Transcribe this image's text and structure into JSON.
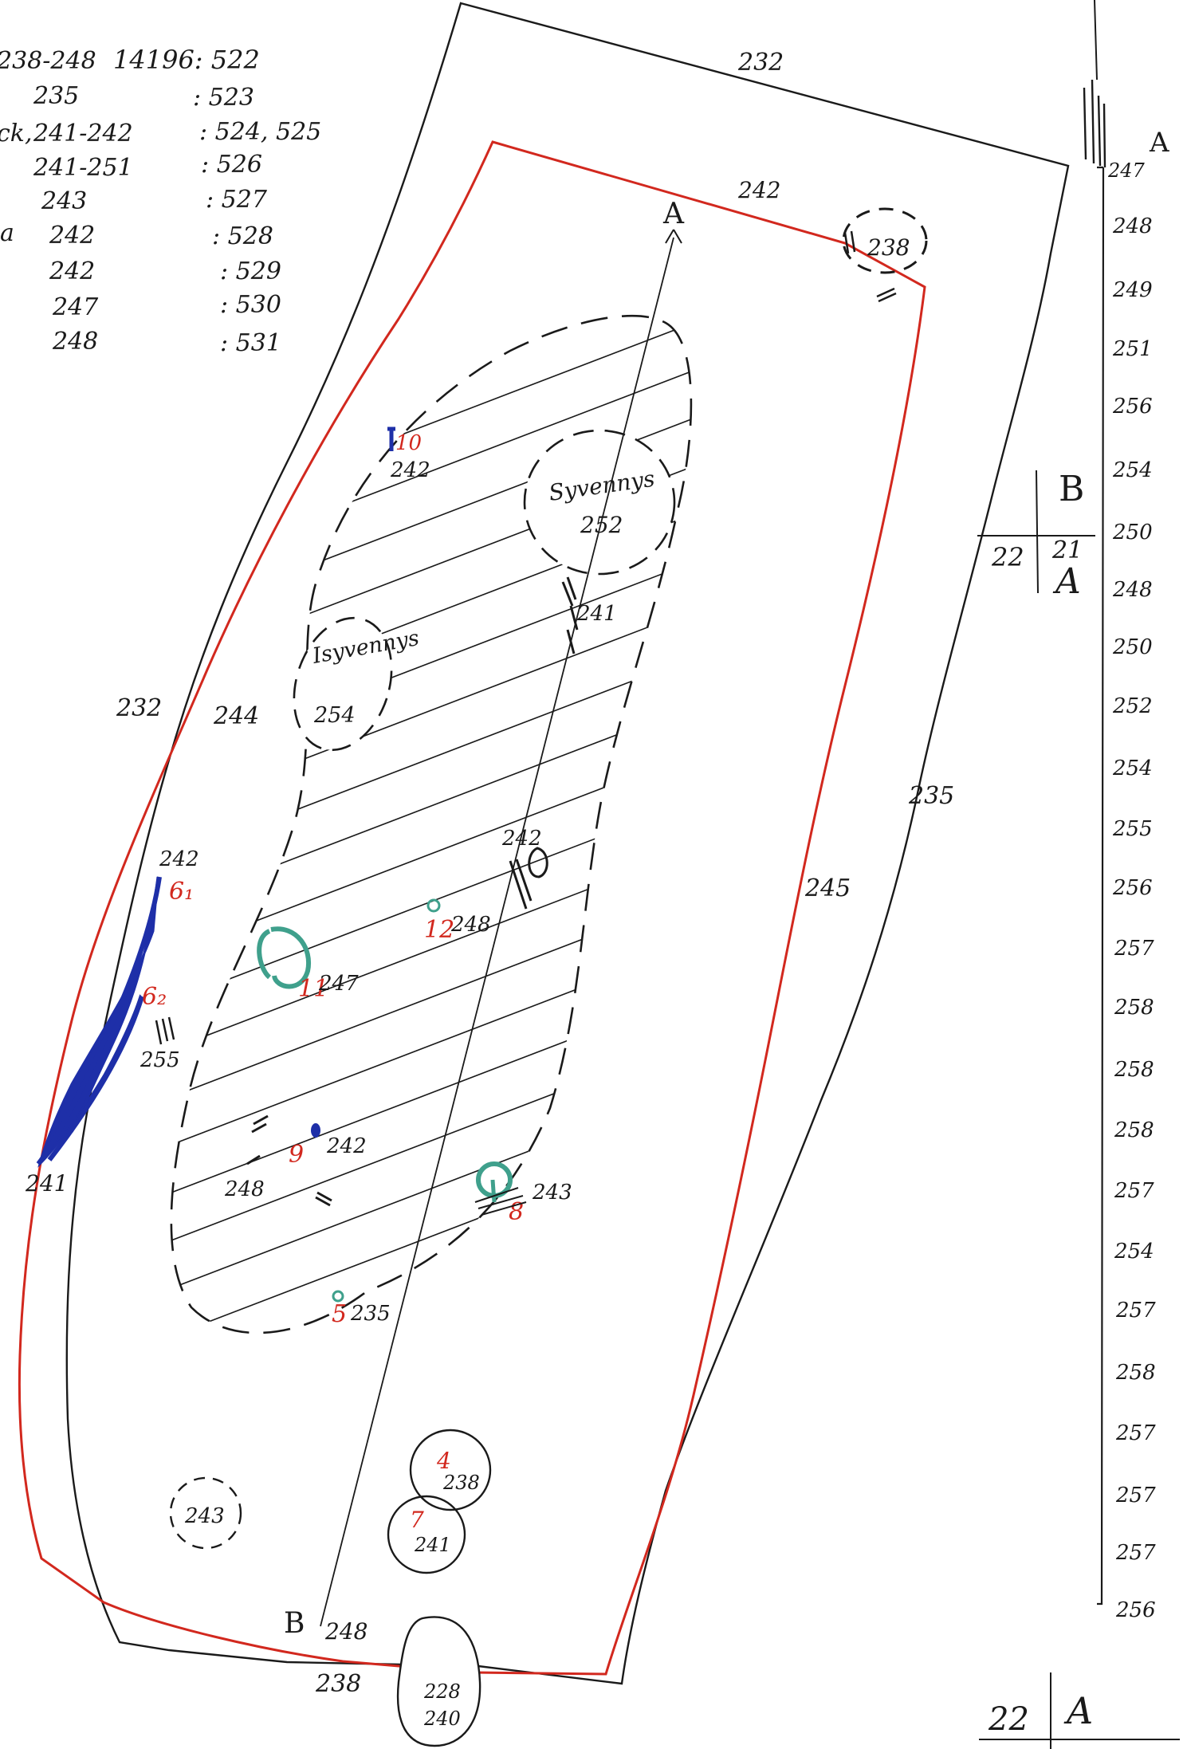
{
  "colors": {
    "paper": "#ffffff",
    "ink": "#1a1a1a",
    "excavation_outline": "#d2281e",
    "find_numbers": "#d2281e",
    "blue_finds": "#1e2fa8",
    "green_finds": "#3fa08c"
  },
  "find_list": {
    "rows": [
      {
        "depth": "238-248",
        "catalog": "14196: 522"
      },
      {
        "depth": "235",
        "catalog": ": 523"
      },
      {
        "depth": "241-242",
        "catalog": ": 524, 525"
      },
      {
        "depth": "241-251",
        "catalog": ": 526"
      },
      {
        "depth": "243",
        "catalog": ": 527"
      },
      {
        "depth": "242",
        "catalog": ": 528"
      },
      {
        "depth": "242",
        "catalog": ": 529"
      },
      {
        "depth": "247",
        "catalog": ": 530"
      },
      {
        "depth": "248",
        "catalog": ": 531"
      }
    ]
  },
  "section_profile": {
    "label_top": "A",
    "values": [
      "247",
      "248",
      "249",
      "251",
      "256",
      "254",
      "250",
      "248",
      "250",
      "252",
      "254",
      "255",
      "256",
      "257",
      "258",
      "258",
      "258",
      "257",
      "254",
      "257",
      "258",
      "257",
      "257",
      "257",
      "256"
    ]
  },
  "grid_marks": {
    "upper": {
      "letter": "B",
      "left": "22",
      "right": "21",
      "sub": "A"
    },
    "lower": {
      "left": "22",
      "right": "A"
    }
  },
  "section_line": {
    "start_label": "A",
    "end_label": "B",
    "end_value": "248"
  },
  "elevations": {
    "outer_top": "232",
    "outer_left": "232",
    "outer_right": "235",
    "outer_bottom": "238",
    "red_top": "242",
    "red_left": "244",
    "red_right": "245",
    "hole_238": "238",
    "bottom_pit": [
      "228",
      "240"
    ],
    "dot_242": "242",
    "mark_241": "241",
    "mark_242_center": "242",
    "mark_255": "255",
    "mark_248_lower": "248",
    "corner_241": "241",
    "blue_top_242": "242"
  },
  "dark_zones": {
    "upper": {
      "label": "Syvennys",
      "value": "252"
    },
    "left": {
      "label": "Isyvennys",
      "value": "254"
    }
  },
  "finds": [
    {
      "number": "4",
      "value": "238"
    },
    {
      "number": "5",
      "value": "235"
    },
    {
      "number": "6₁",
      "value": ""
    },
    {
      "number": "6₂",
      "value": ""
    },
    {
      "number": "7",
      "value": "241"
    },
    {
      "number": "8",
      "value": "243"
    },
    {
      "number": "9",
      "value": "242"
    },
    {
      "number": "10",
      "value": "242"
    },
    {
      "number": "11",
      "value": "247"
    },
    {
      "number": "12",
      "value": "248"
    }
  ],
  "pit_243": "243"
}
